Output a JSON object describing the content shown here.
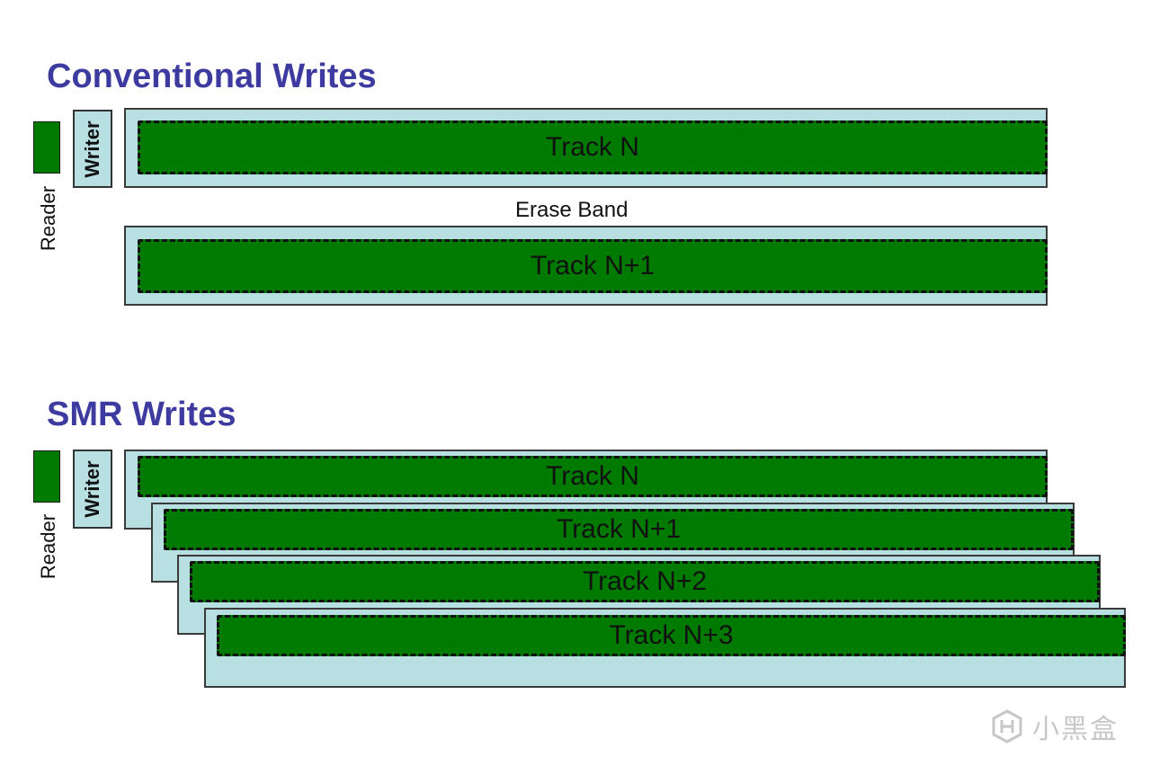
{
  "conventional": {
    "title": "Conventional Writes",
    "reader_label": "Reader",
    "writer_label": "Writer",
    "erase_band_label": "Erase Band",
    "tracks": [
      "Track N",
      "Track N+1"
    ]
  },
  "smr": {
    "title": "SMR Writes",
    "reader_label": "Reader",
    "writer_label": "Writer",
    "tracks": [
      "Track N",
      "Track N+1",
      "Track N+2",
      "Track N+3"
    ]
  },
  "watermark": {
    "text": "小黑盒"
  },
  "colors": {
    "title": "#3d3ba0",
    "track_fill": "#007a00",
    "platter_fill": "#b8e0e3",
    "outline": "#111111"
  }
}
